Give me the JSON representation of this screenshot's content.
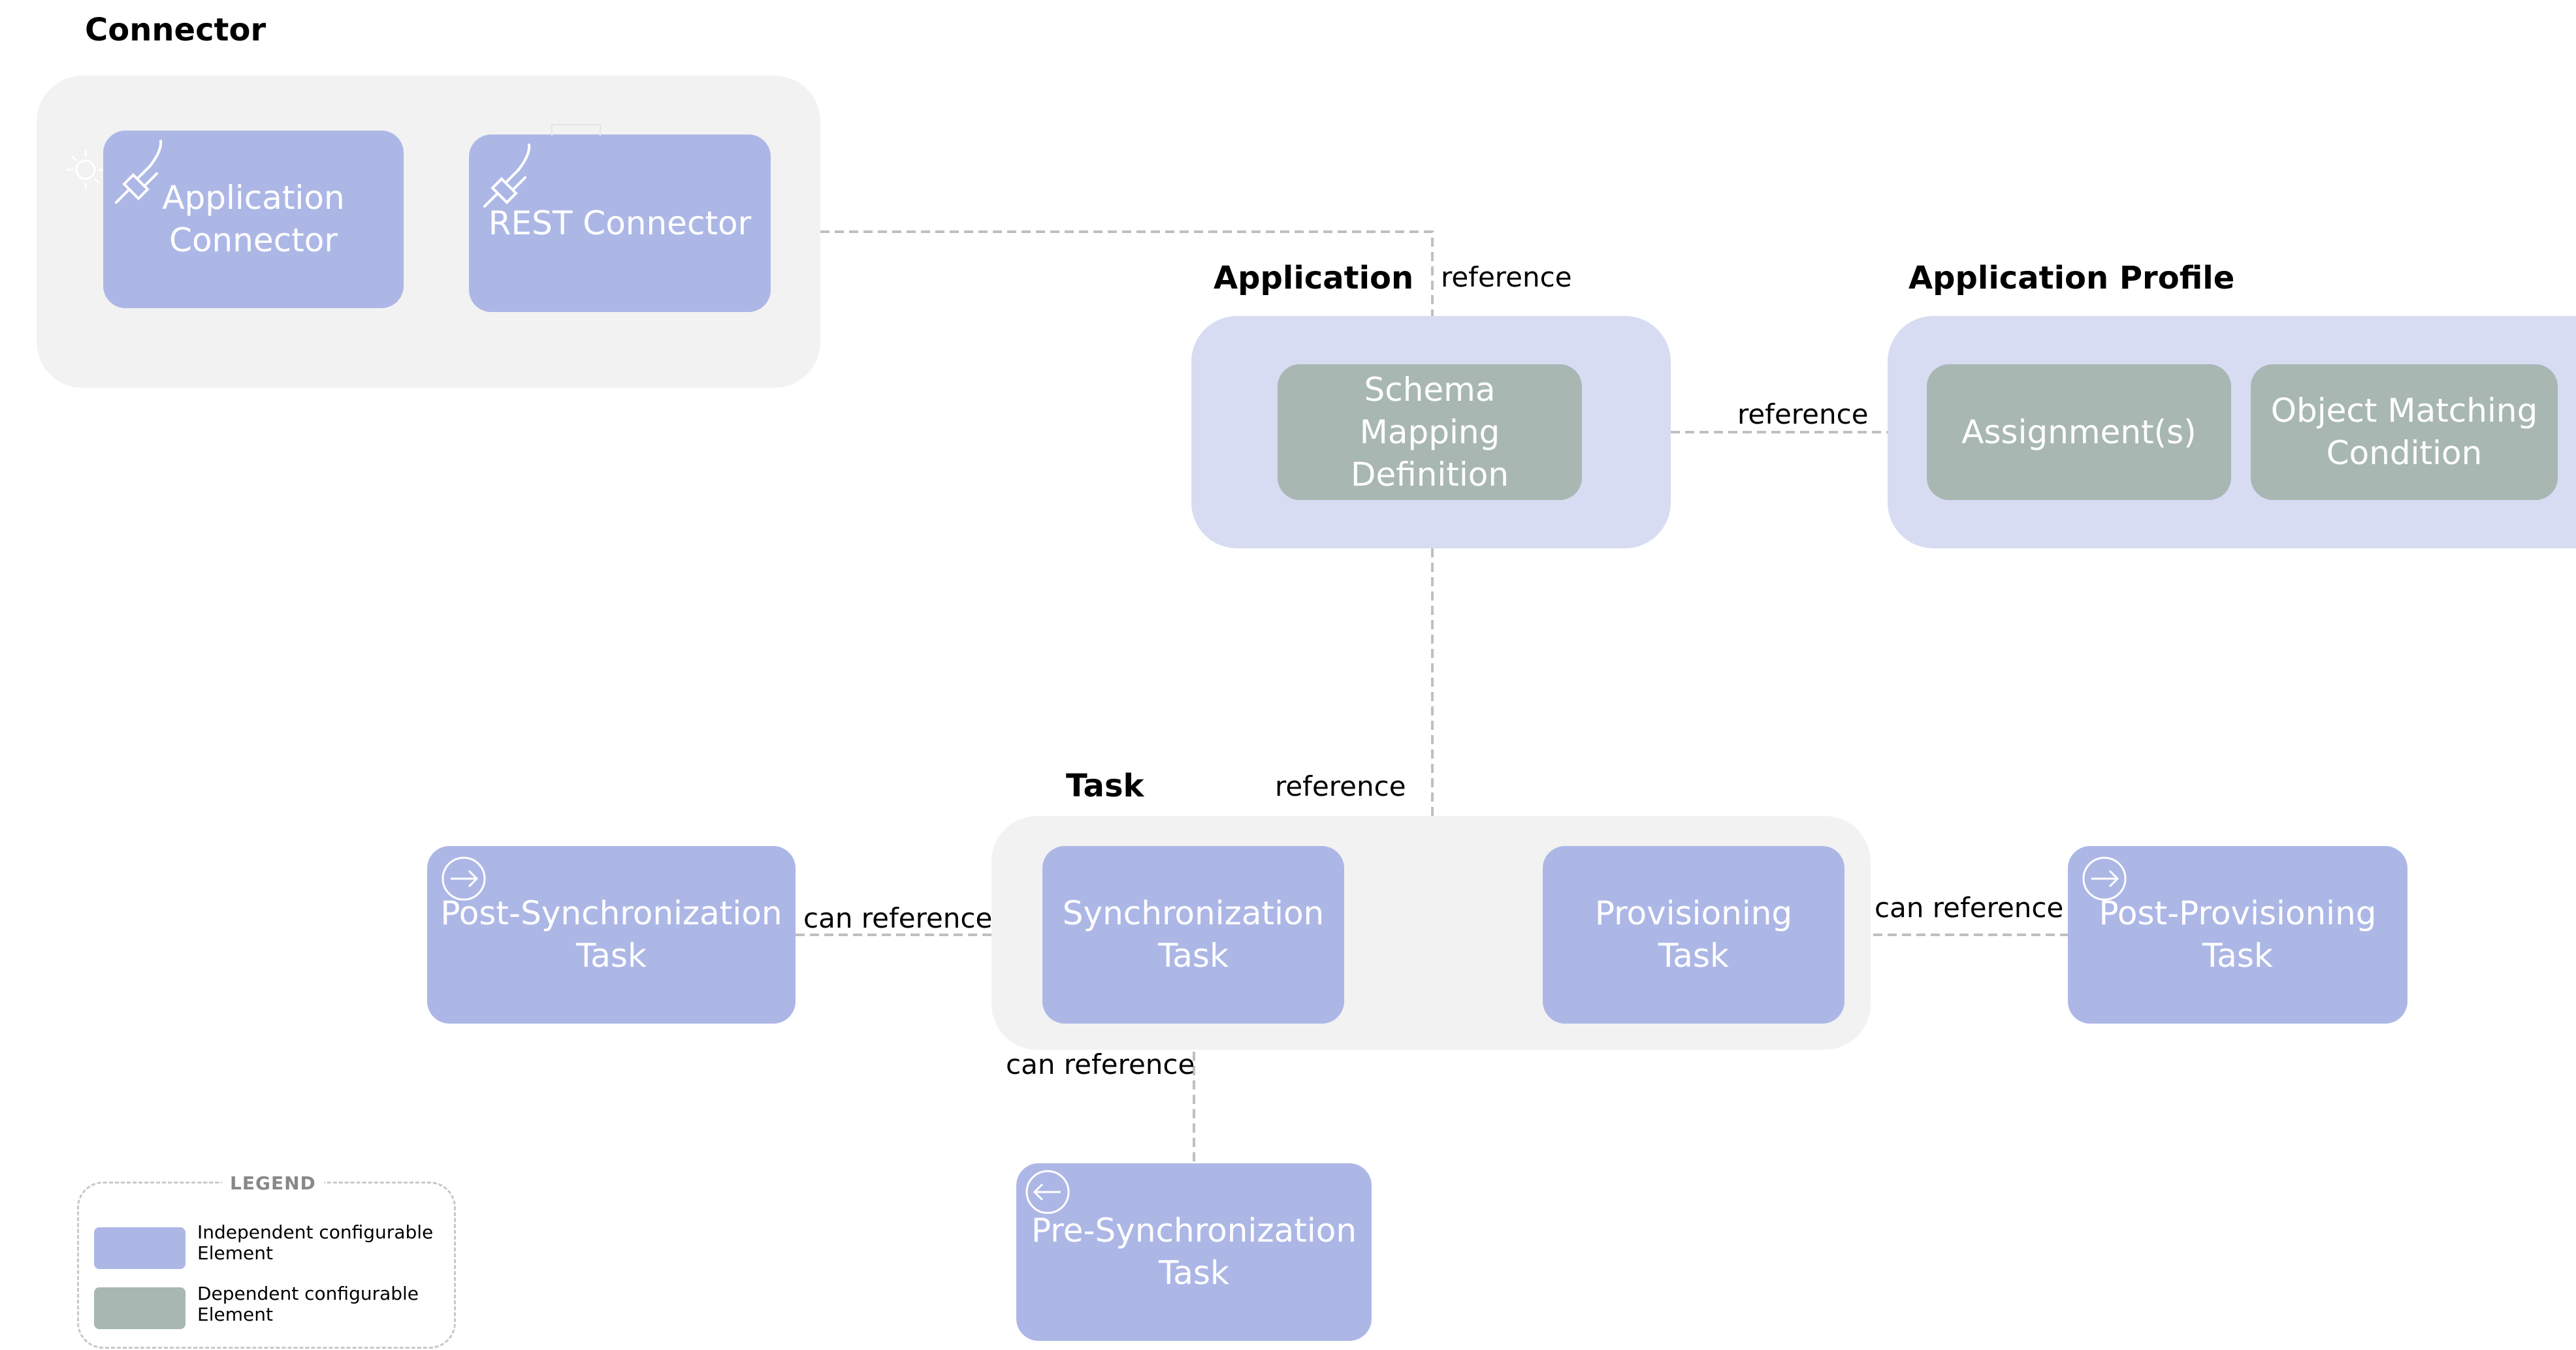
{
  "groups": {
    "connector": "Connector",
    "application": "Application",
    "application_profile": "Application Profile",
    "task": "Task"
  },
  "boxes": {
    "application_connector": "Application Connector",
    "rest_connector": "REST Connector",
    "schema_mapping": "Schema Mapping Definition",
    "assignments": "Assignment(s)",
    "object_matching": "Object Matching Condition",
    "synchronization_task": "Synchronization Task",
    "provisioning_task": "Provisioning Task",
    "post_synchronization_task": "Post-Synchronization Task",
    "post_provisioning_task": "Post-Provisioning Task",
    "pre_synchronization_task": "Pre-Synchronization Task"
  },
  "edges": {
    "connector_to_application": "reference",
    "application_to_profile": "reference",
    "application_to_task": "reference",
    "sync_to_post_sync": "can reference",
    "prov_to_post_prov": "can reference",
    "sync_to_pre_sync": "can reference"
  },
  "legend": {
    "title": "LEGEND",
    "independent": "Independent configurable Element",
    "dependent": "Dependent configurable Element"
  },
  "colors": {
    "independent": "#adb7e6",
    "dependent": "#a8b7b2",
    "container_gray": "#f2f2f2",
    "container_lavender": "#d7dcf3",
    "connector_line": "#bfbfbf"
  }
}
